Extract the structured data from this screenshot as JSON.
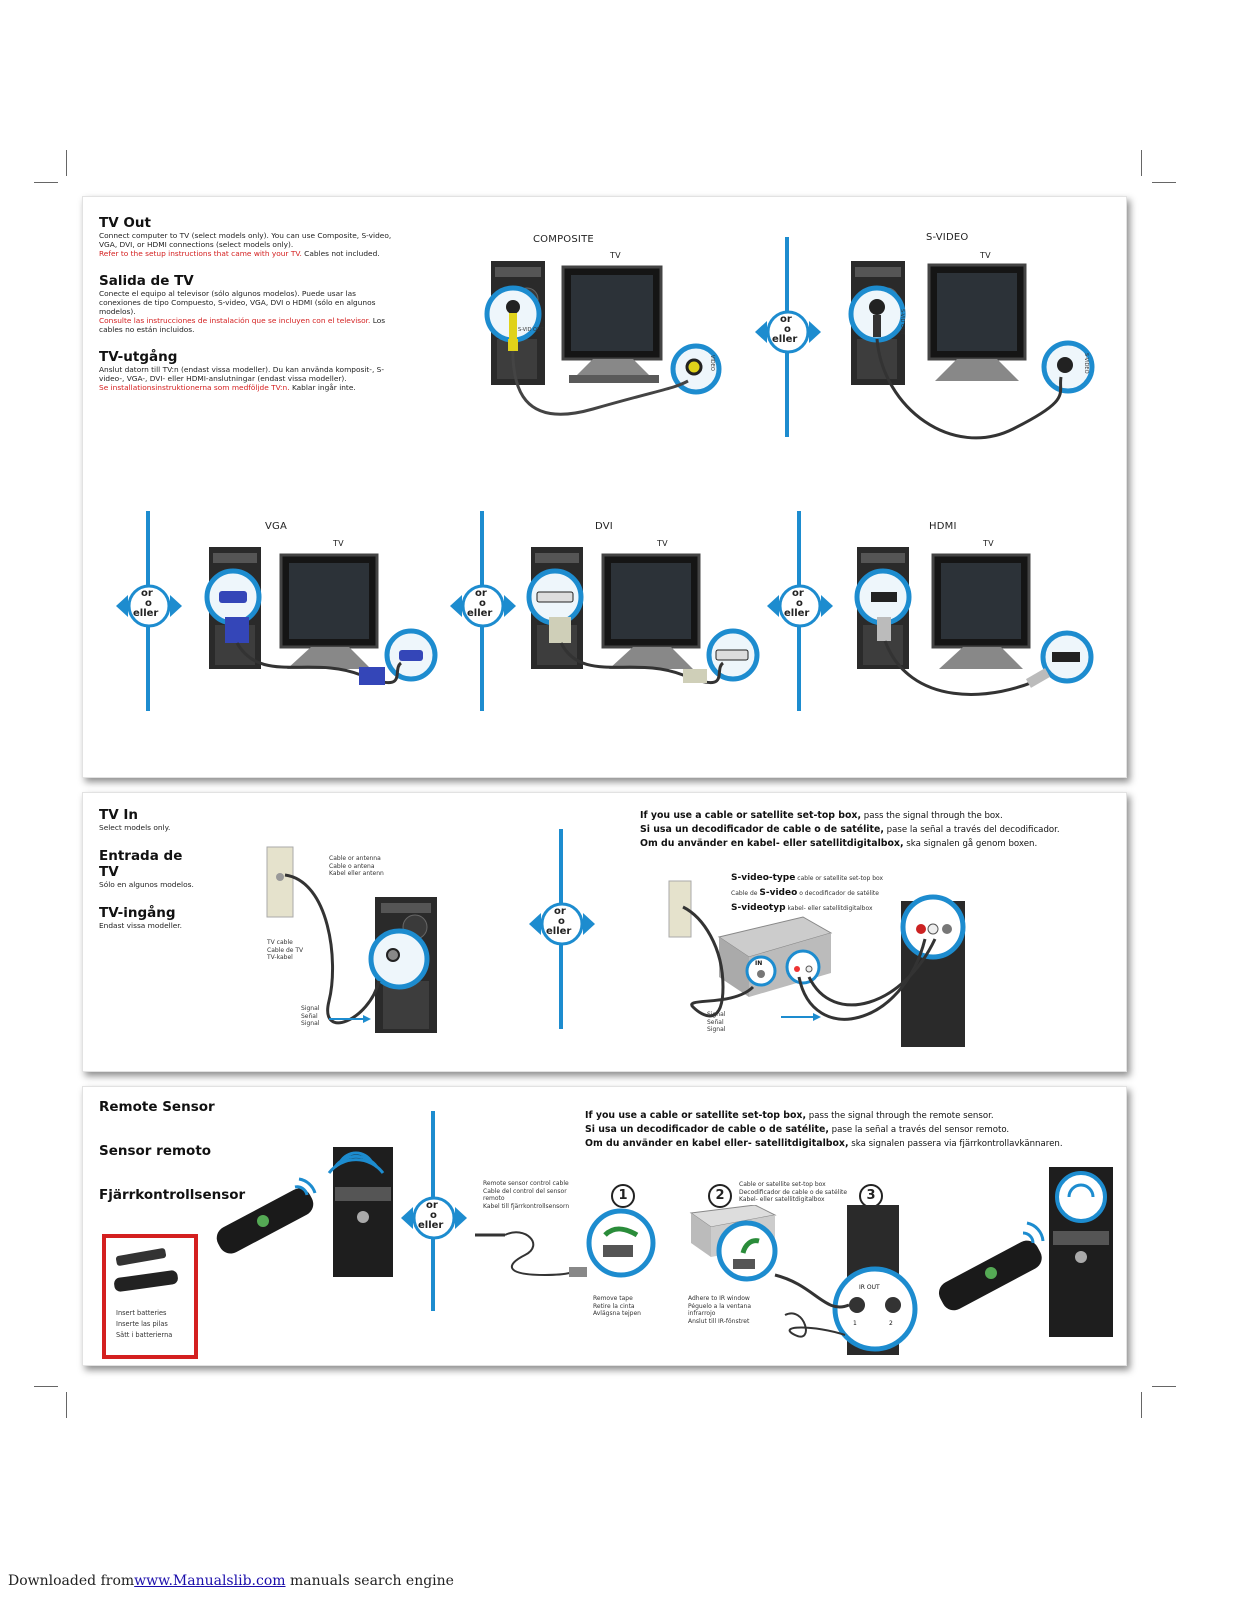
{
  "tv_out": {
    "title_en": "TV Out",
    "body_en": "Connect computer to TV (select models only). You can use Composite, S-video, VGA, DVI, or HDMI connections (select models only).",
    "red_en": "Refer to the setup instructions that came with your TV.",
    "tail_en": "Cables not included.",
    "title_es": "Salida de TV",
    "body_es": "Conecte el equipo al televisor (sólo algunos modelos). Puede usar las conexiones de tipo Compuesto, S-video, VGA, DVI o HDMI (sólo en algunos modelos).",
    "red_es": "Consulte las instrucciones de instalación que se incluyen con el televisor.",
    "tail_es": "Los cables no están incluidos.",
    "title_sv": "TV-utgång",
    "body_sv": "Anslut datorn till TV:n (endast vissa modeller). Du kan använda komposit-, S-video-, VGA-, DVI- eller HDMI-anslutningar (endast vissa modeller).",
    "red_sv": "Se installationsinstruktionerna som medföljde TV:n.",
    "tail_sv": "Kablar ingår inte.",
    "connections": {
      "composite": "COMPOSITE",
      "svideo": "S-VIDEO",
      "vga": "VGA",
      "dvi": "DVI",
      "hdmi": "HDMI",
      "tv": "TV"
    },
    "port_labels": {
      "svideo_out": "S-VID OUT",
      "video": "VIDEO",
      "svideo_tv": "S-VIDEO"
    }
  },
  "or_badge": {
    "or": "or",
    "o": "o",
    "eller": "eller"
  },
  "tv_in": {
    "title_en": "TV In",
    "body_en": "Select models only.",
    "title_es": "Entrada de TV",
    "body_es": "Sólo en algunos modelos.",
    "title_sv": "TV-ingång",
    "body_sv": "Endast vissa modeller.",
    "antenna": [
      "Cable or antenna",
      "Cable o antena",
      "Kabel eller antenn"
    ],
    "tv_cable": [
      "TV cable",
      "Cable de TV",
      "TV-kabel"
    ],
    "signal": [
      "Signal",
      "Señal",
      "Signal"
    ],
    "note_en_bold": "If you use a cable or satellite set-top box,",
    "note_en": "pass the signal through the box.",
    "note_es_bold": "Si usa un decodificador de cable o de satélite,",
    "note_es": "pase la señal a través del decodificador.",
    "note_sv_bold": "Om du använder en kabel- eller satellitdigitalbox,",
    "note_sv": "ska signalen gå genom boxen.",
    "svideo_type_bold_en": "S-video-type",
    "svideo_type_en": "cable or satellite set-top box",
    "svideo_type_pre_es": "Cable de",
    "svideo_type_bold_es": "S-video",
    "svideo_type_es": "o decodificador de satélite",
    "svideo_type_bold_sv": "S-videotyp",
    "svideo_type_sv": "kabel- eller satellitdigitalbox",
    "in_label": "IN"
  },
  "remote": {
    "title_en": "Remote Sensor",
    "title_es": "Sensor remoto",
    "title_sv": "Fjärrkontrollsensor",
    "batteries": [
      "Insert batteries",
      "Inserte las pilas",
      "Sätt i batterierna"
    ],
    "note_en_bold": "If you use a cable or satellite set-top box,",
    "note_en": "pass the signal through the remote sensor.",
    "note_es_bold": "Si usa un decodificador de cable o de satélite,",
    "note_es": "pase la señal a través del sensor remoto.",
    "note_sv_bold": "Om du använder en kabel eller- satellitdigitalbox,",
    "note_sv": "ska signalen passera via fjärrkontrollavkännaren.",
    "sensor_cable": [
      "Remote sensor control cable",
      "Cable del control del sensor remoto",
      "Kabel till fjärrkontrollsensorn"
    ],
    "step1": "1",
    "step2": "2",
    "step3": "3",
    "stb": [
      "Cable or satellite set-top box",
      "Decodificador de cable o de satélite",
      "Kabel- eller satellitdigitalbox"
    ],
    "remove_tape": [
      "Remove tape",
      "Retire la cinta",
      "Avlägsna tejpen"
    ],
    "adhere": [
      "Adhere to IR window",
      "Péguelo a la ventana infrarrojo",
      "Anslut till IR-fönstret"
    ],
    "ir_out": "IR OUT",
    "ir1": "1",
    "ir2": "2"
  },
  "footer": {
    "prefix": "Downloaded from",
    "link": "www.Manualslib.com",
    "suffix": "manuals search engine"
  }
}
